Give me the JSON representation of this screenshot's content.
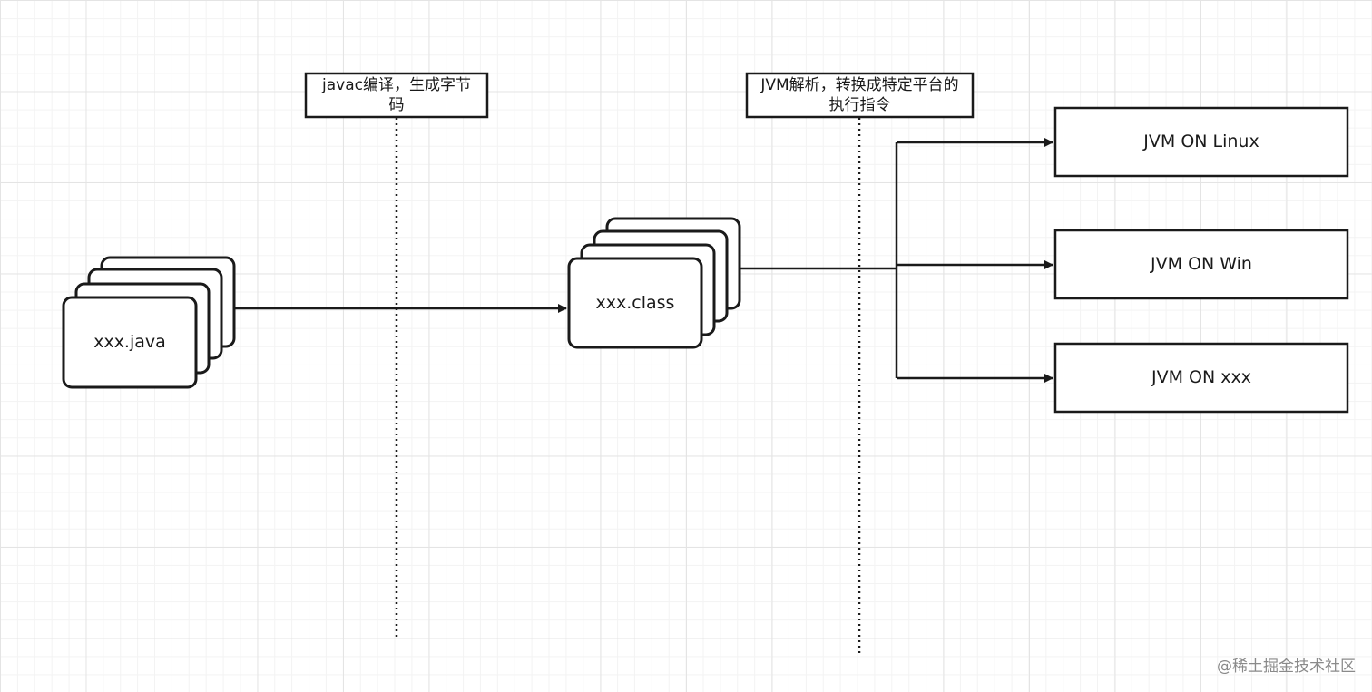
{
  "notes": {
    "compile": "javac编译，生成字节码",
    "interpret": "JVM解析，转换成特定平台的执行指令"
  },
  "sources": {
    "java_file": "xxx.java",
    "class_file": "xxx.class"
  },
  "targets": [
    {
      "label": "JVM ON Linux"
    },
    {
      "label": "JVM ON Win"
    },
    {
      "label": "JVM ON xxx"
    }
  ],
  "watermark": "@稀土掘金技术社区",
  "colors": {
    "stroke": "#1a1a1a",
    "grid": "#e4e4e4",
    "watermark": "#8a8a8a"
  }
}
